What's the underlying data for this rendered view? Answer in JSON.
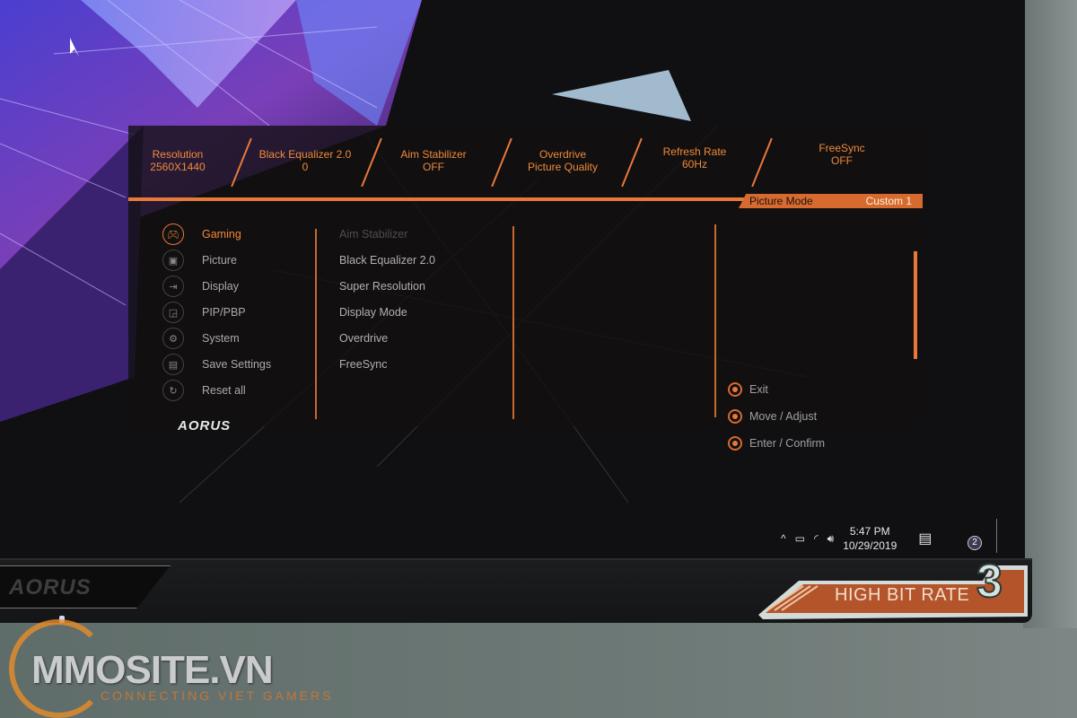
{
  "osd": {
    "status": [
      {
        "label": "Resolution",
        "value": "2560X1440"
      },
      {
        "label": "Black Equalizer 2.0",
        "value": "0"
      },
      {
        "label": "Aim Stabilizer",
        "value": "OFF"
      },
      {
        "label": "Overdrive",
        "value": "Picture Quality"
      },
      {
        "label": "Refresh Rate",
        "value": "60Hz"
      },
      {
        "label": "FreeSync",
        "value": "OFF"
      }
    ],
    "picture_mode_label": "Picture Mode",
    "picture_mode_value": "Custom 1",
    "menu": [
      {
        "label": "Gaming",
        "icon": "gamepad-icon"
      },
      {
        "label": "Picture",
        "icon": "image-icon"
      },
      {
        "label": "Display",
        "icon": "input-icon"
      },
      {
        "label": "PIP/PBP",
        "icon": "pip-icon"
      },
      {
        "label": "System",
        "icon": "gear-icon"
      },
      {
        "label": "Save Settings",
        "icon": "save-icon"
      },
      {
        "label": "Reset all",
        "icon": "reset-icon"
      }
    ],
    "submenu": [
      "Aim Stabilizer",
      "Black Equalizer 2.0",
      "Super Resolution",
      "Display Mode",
      "Overdrive",
      "FreeSync"
    ],
    "hints": [
      "Exit",
      "Move  / Adjust",
      "Enter  / Confirm"
    ],
    "brand": "AORUS"
  },
  "taskbar": {
    "time": "5:47 PM",
    "date": "10/29/2019",
    "notifications": "2"
  },
  "bezel": {
    "logo": "AORUS",
    "badge_text": "HIGH BIT RATE",
    "badge_number": "3"
  },
  "watermark": {
    "title": "MMOSITE.VN",
    "subtitle": "CONNECTING VIET GAMERS"
  },
  "colors": {
    "accent": "#e8793a"
  }
}
